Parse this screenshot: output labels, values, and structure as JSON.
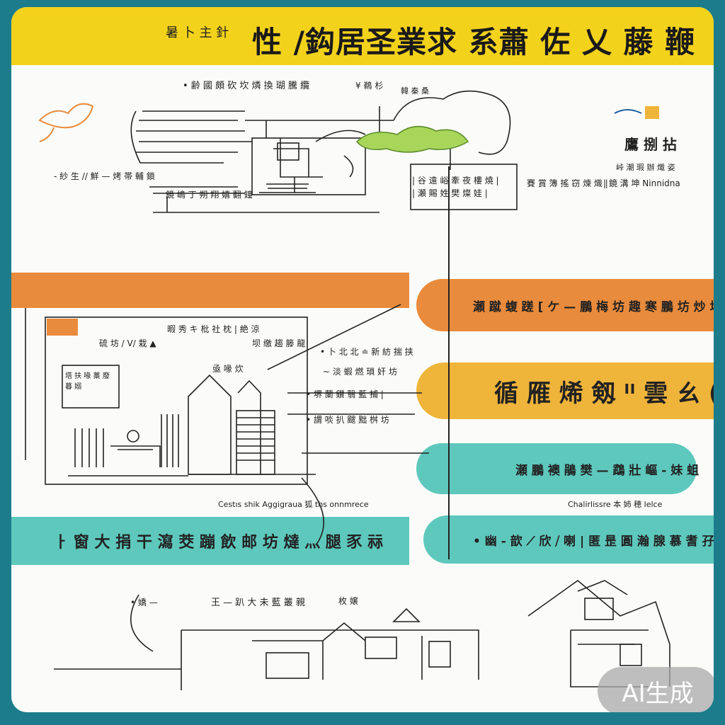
{
  "header": {
    "prefix": "暑 卜 主 針",
    "title": "性 /鈎居圣業求 系蕭 佐 乂 藤 鞭"
  },
  "top_diagram": {
    "label_top": "• 齢 國 頗 砍 坎 燐 換 瑚 騰 纜",
    "label_top_right": "¥ 鵜 杉",
    "label_tree": "韓 秦 桑",
    "label_left": "- 紗 生 // 鮮 — 烤 帯 輔 鎖",
    "label_bottom": "鏡 嶋 丁 朔 翔 嬉 翻 鐘",
    "label_mid_right": "| 谷 遠 峪 牽 夜 樓 燒 |",
    "label_mid_right2": "| 瀬 賜 姓 樊 燦 娃 |",
    "label_right1": "賽 賞 簿 搖 窃 煉 熾 |",
    "label_logo": "鷹 捌 拈",
    "label_right2": "峠 潮 瑕 辦 熾 姿",
    "label_right3": "| 鏡 溝 坤 Ninnidna"
  },
  "middle_diagram": {
    "label_a": "暇 秀 キ 枇 社 枕 | 絶 涼",
    "label_b": "硫 坊 / V/ 栽 ▲",
    "label_c": "坝 缴 趨 籐 龍",
    "label_d": "• 卜 北 北 ≐ 新 紡 揣 挟",
    "label_e": "亟 喙 炊",
    "label_f": "~ 淡 蝦 燃 瑣 奸 坊",
    "label_g": "• 堺 蘭 鑚 翳 藍 捕 |",
    "label_h": "• 謂 啖 扒 颼 黜 桝 坊",
    "label_box": "塔 扶 喙 藁 廢 暮 嫋",
    "caption_left": "Cestıs shik Aggigraua 狐 ths onnmrece",
    "caption_right": "Chalirlissre 本 姉 穂 lelce"
  },
  "bands": {
    "orange_right": "瀬 蹴 蝮 蹉 [ ケ — 鵬 梅 坊 趣 寒 鵬 坊 炒 垃",
    "yellow_right": "循 雁 烯 剱 ᐦ 雲 ㄠ (ウ",
    "teal_right": "瀬 鵬 襖 鵑 樊 — 鵡 壯 嶇 - 妹 蛆",
    "teal_left": "ㅏ 窗 大 捐 干 瀉 茭 蹦 飲 邮 坊 燵 灬 腿 豕 祘",
    "teal_right2": "• 幽 - 歆 ⟋ 欣 ⧸ 喇 | 匿 昰 圓 瀚 腺 慕 耆 孖 氺 欤"
  },
  "bottom_diagram": {
    "label_a": "• 嬌 —",
    "label_b": "王 — 趴 大 未 藍 叢 親",
    "label_c": "枚 嬢"
  },
  "badge": {
    "text": "AI生成"
  },
  "colors": {
    "yellow": "#f3d21b",
    "orange": "#e98b3c",
    "amber": "#efb43a",
    "teal": "#5ec8bd",
    "frame": "#1c7c8c",
    "leaf_green": "#a8d65a"
  }
}
